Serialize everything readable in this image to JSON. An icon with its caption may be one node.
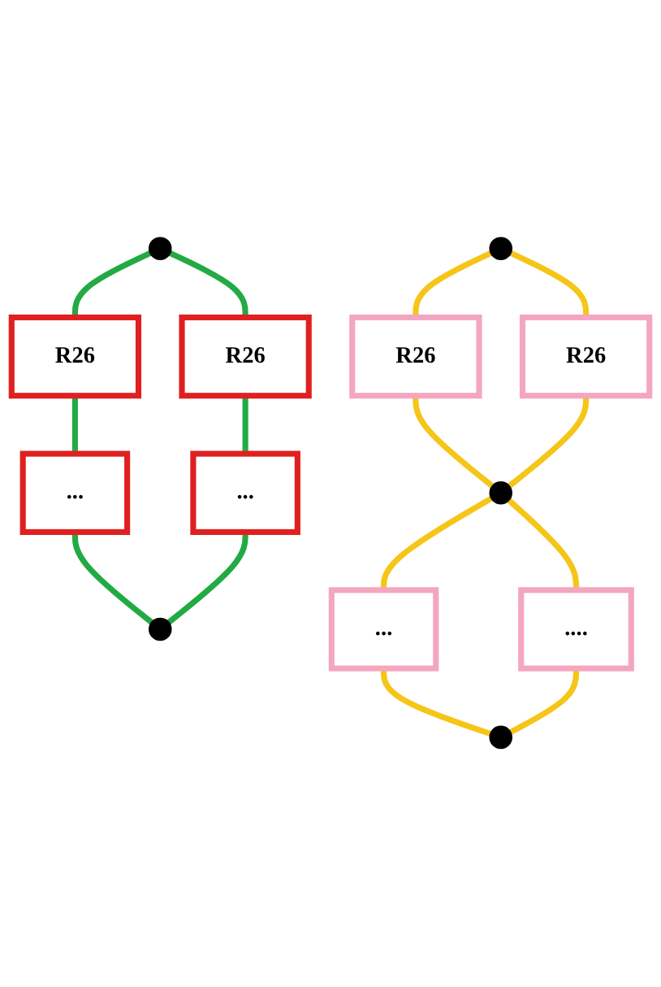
{
  "diagram": {
    "nodes": [
      {
        "text": [],
        "shape": "circle"
      },
      {
        "text": [
          "R26"
        ]
      },
      {
        "text": [
          "R26"
        ]
      },
      {
        "text": [
          "..."
        ]
      },
      {
        "text": [
          "..."
        ]
      },
      {
        "text": [],
        "shape": "circle"
      },
      {
        "text": [],
        "shape": "circle"
      },
      {
        "text": [
          "R26"
        ]
      },
      {
        "text": [
          "R26"
        ]
      },
      {
        "text": [],
        "shape": "circle"
      },
      {
        "text": [
          "..."
        ]
      },
      {
        "text": [
          "...."
        ]
      },
      {
        "text": [],
        "shape": "circle"
      }
    ],
    "edges": [
      {
        "from": 0,
        "to": 1,
        "arrow": "none",
        "color": "#22aa44"
      },
      {
        "from": 0,
        "to": 2,
        "arrow": "none",
        "color": "#22aa44"
      },
      {
        "from": 1,
        "to": 3,
        "arrow": "none",
        "color": "#22aa44"
      },
      {
        "from": 2,
        "to": 4,
        "arrow": "none",
        "color": "#22aa44"
      },
      {
        "from": 3,
        "to": 5,
        "arrow": "none",
        "color": "#22aa44"
      },
      {
        "from": 4,
        "to": 5,
        "arrow": "none",
        "color": "#22aa44"
      },
      {
        "from": 6,
        "to": 7,
        "arrow": "none"
      },
      {
        "from": 6,
        "to": 8,
        "arrow": "none"
      },
      {
        "from": 7,
        "to": 9,
        "arrow": "none"
      },
      {
        "from": 8,
        "to": 9,
        "arrow": "none"
      },
      {
        "from": 9,
        "to": 10,
        "arrow": "none"
      },
      {
        "from": 9,
        "to": 11,
        "arrow": "none"
      },
      {
        "from": 10,
        "to": 12,
        "arrow": "none"
      },
      {
        "from": 11,
        "to": 12,
        "arrow": "none"
      }
    ]
  }
}
